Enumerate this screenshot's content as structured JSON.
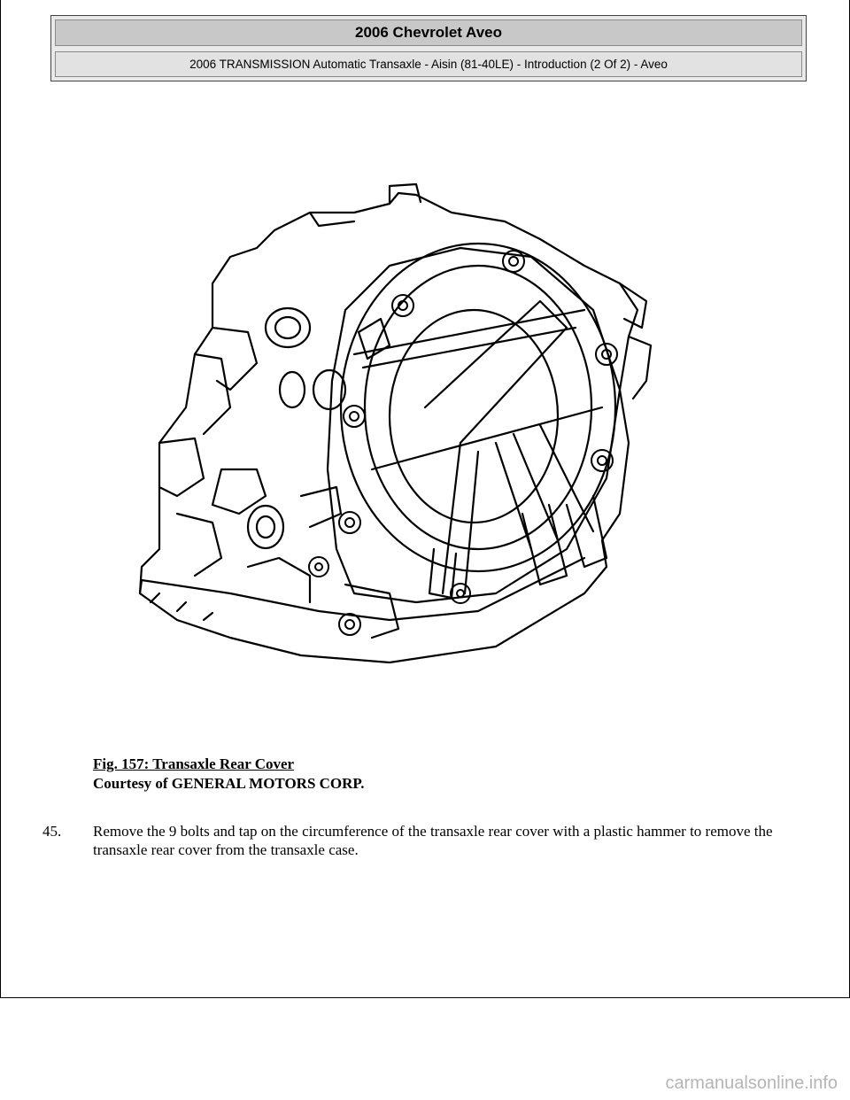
{
  "header": {
    "title": "2006 Chevrolet Aveo",
    "subtitle": "2006 TRANSMISSION Automatic Transaxle - Aisin (81-40LE) - Introduction (2 Of 2) - Aveo"
  },
  "figure": {
    "title": "Fig. 157: Transaxle Rear Cover",
    "credit": "Courtesy of GENERAL MOTORS CORP."
  },
  "step": {
    "number": "45.",
    "text": "Remove the 9 bolts and tap on the circumference of the transaxle rear cover with a plastic hammer to remove the transaxle rear cover from the transaxle case."
  },
  "footer": {
    "watermark": "carmanualsonline.info"
  }
}
